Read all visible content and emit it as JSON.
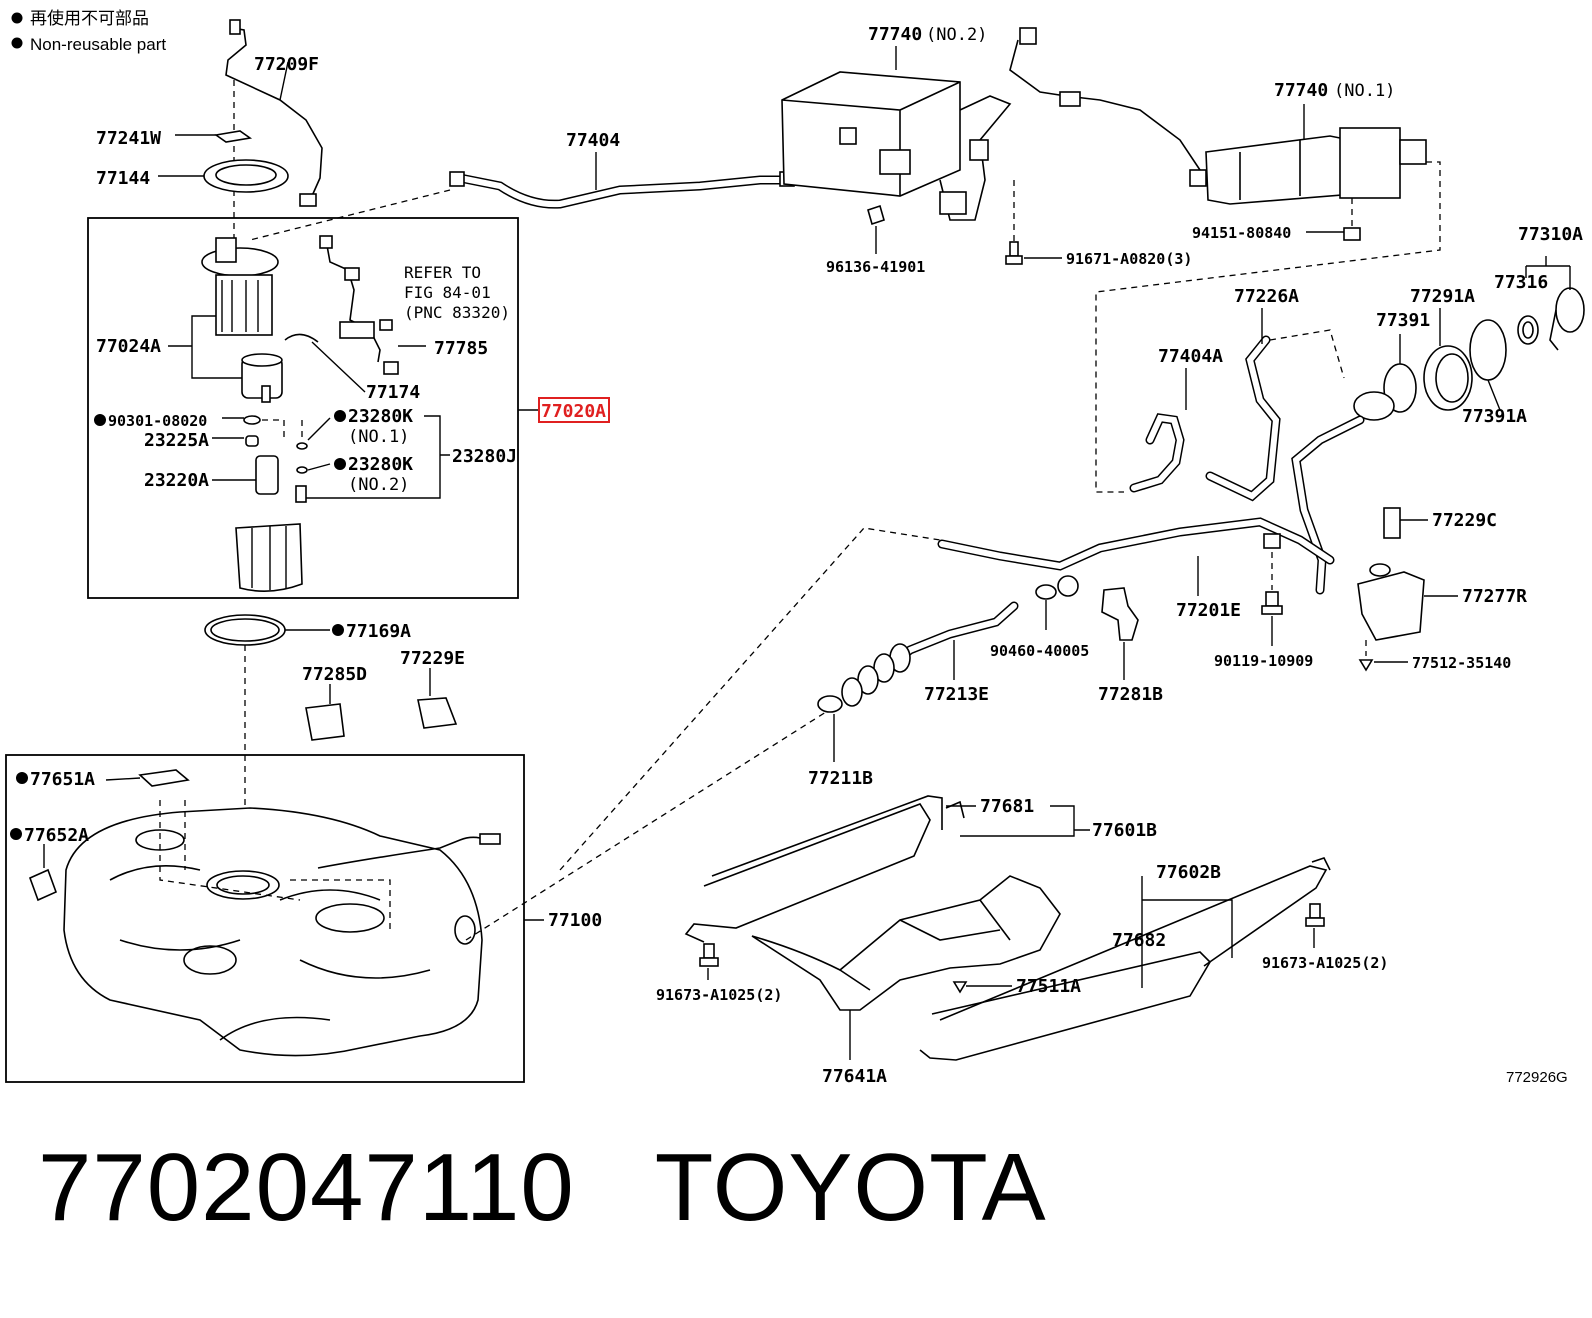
{
  "legend": {
    "line_jp": "再使用不可部品",
    "line_en": "Non-reusable part"
  },
  "figure_id": "772926G",
  "refer_note": [
    "REFER TO",
    "FIG 84-01",
    "(PNC 83320)"
  ],
  "highlight_color": "#e02020",
  "parts": {
    "p77209F": "77209F",
    "p77241W": "77241W",
    "p77144": "77144",
    "p77404": "77404",
    "p77740no2": "77740",
    "p77740no2_sub": "(NO.2)",
    "p77740no1": "77740",
    "p77740no1_sub": "(NO.1)",
    "p94151": "94151-80840",
    "p96136": "96136-41901",
    "p91671": "91671-A0820(3)",
    "p77310A": "77310A",
    "p77316": "77316",
    "p77391": "77391",
    "p77291A": "77291A",
    "p77391A": "77391A",
    "p77226A": "77226A",
    "p77404A": "77404A",
    "p77229C": "77229C",
    "p77277R": "77277R",
    "p77512": "77512-35140",
    "p90119": "90119-10909",
    "p77201E": "77201E",
    "p90460": "90460-40005",
    "p77281B": "77281B",
    "p77213E": "77213E",
    "p77211B": "77211B",
    "p77024A": "77024A",
    "p77785": "77785",
    "p77174": "77174",
    "p77020A": "77020A",
    "p90301": "90301-08020",
    "p23225A": "23225A",
    "p23280Kno1": "23280K",
    "p23280Kno1_sub": "(NO.1)",
    "p23280J": "23280J",
    "p23220A": "23220A",
    "p23280Kno2": "23280K",
    "p23280Kno2_sub": "(NO.2)",
    "p77169A": "77169A",
    "p77285D": "77285D",
    "p77229E": "77229E",
    "p77651A": "77651A",
    "p77652A": "77652A",
    "p77100": "77100",
    "p77681": "77681",
    "p77601B": "77601B",
    "p77602B": "77602B",
    "p77682": "77682",
    "p91673L": "91673-A1025(2)",
    "p91673R": "91673-A1025(2)",
    "p77511A": "77511A",
    "p77641A": "77641A"
  },
  "caption": {
    "part_number": "7702047110",
    "brand": "TOYOTA"
  }
}
